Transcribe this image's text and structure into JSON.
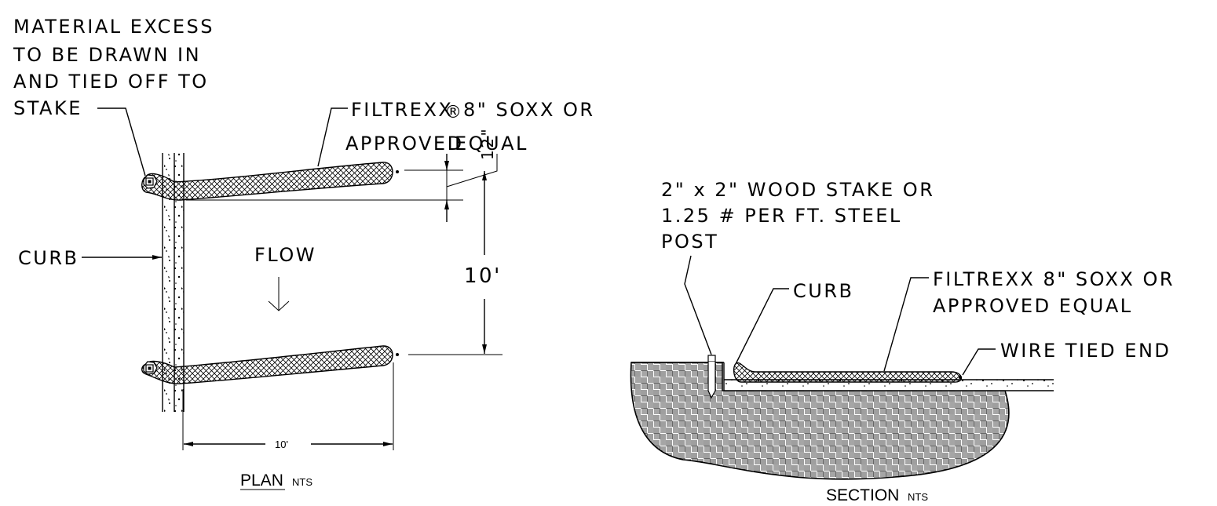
{
  "plan": {
    "note_excess": [
      "MATERIAL EXCESS",
      "TO BE DRAWN IN",
      "AND TIED OFF TO",
      "STAKE"
    ],
    "note_soxx_line1_a": "FILTREXX",
    "note_soxx_reg": "®",
    "note_soxx_line1_b": "8\" SOXX  OR",
    "note_soxx_line2_a": "APPROVED",
    "note_soxx_line2_b": "EQUAL",
    "dim_12": "12\"",
    "dim_10_vertical": "10'",
    "dim_10_horizontal": "10'",
    "label_curb": "CURB",
    "label_flow": "FLOW",
    "flow_arrow": "↓",
    "title": "PLAN",
    "title_scale": "NTS"
  },
  "section": {
    "note_stake": [
      "2\" x 2\" WOOD STAKE OR",
      "1.25 # PER FT. STEEL",
      "POST"
    ],
    "label_curb": "CURB",
    "note_soxx": [
      "FILTREXX  8\" SOXX  OR",
      "APPROVED EQUAL"
    ],
    "note_wire": "WIRE TIED END",
    "title": "SECTION",
    "title_scale": "NTS"
  }
}
